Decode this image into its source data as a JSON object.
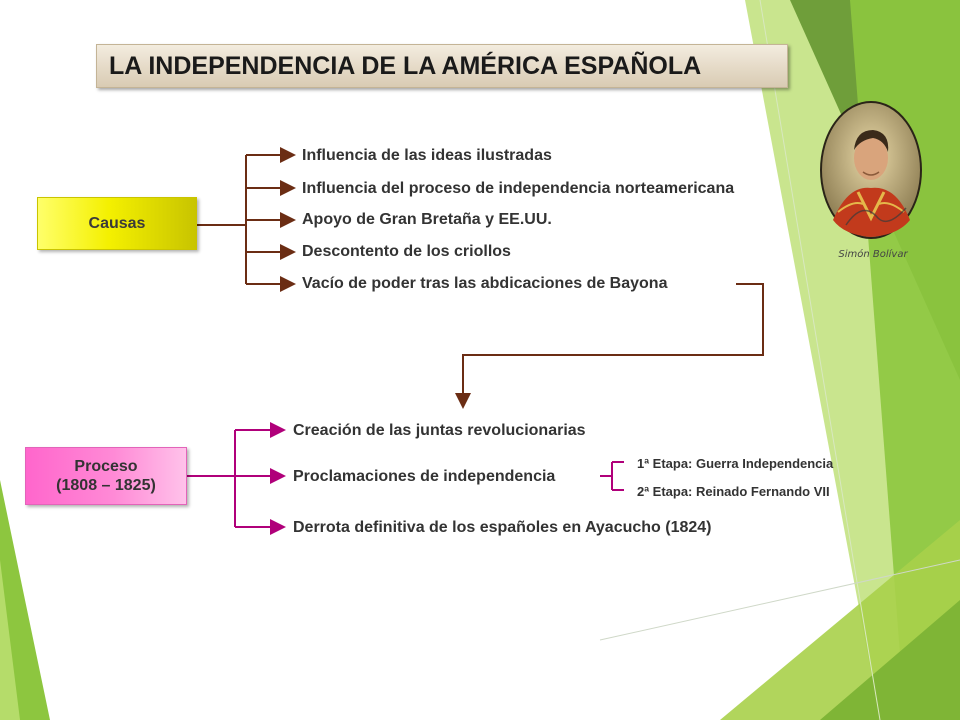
{
  "title": "LA INDEPENDENCIA DE LA AMÉRICA ESPAÑOLA",
  "causas": {
    "label": "Causas",
    "items": [
      "Influencia de las ideas ilustradas",
      "Influencia del proceso de independencia norteamericana",
      "Apoyo de Gran Bretaña y EE.UU.",
      "Descontento de los criollos",
      "Vacío de poder tras las abdicaciones de Bayona"
    ]
  },
  "proceso": {
    "label_line1": "Proceso",
    "label_line2": "(1808 – 1825)",
    "items": [
      "Creación de las juntas revolucionarias",
      "Proclamaciones de independencia",
      "Derrota definitiva de los españoles en Ayacucho (1824)"
    ],
    "etapas": [
      "1ª Etapa: Guerra Independencia",
      "2ª Etapa: Reinado Fernando VII"
    ]
  },
  "portrait": {
    "caption": "Simón Bolívar"
  },
  "colors": {
    "causas_connector": "#6b2d14",
    "proceso_connector": "#b0007a",
    "etapa_connector": "#b0007a",
    "green_dark": "#6f9e3a",
    "green_light": "#a8d04a"
  }
}
